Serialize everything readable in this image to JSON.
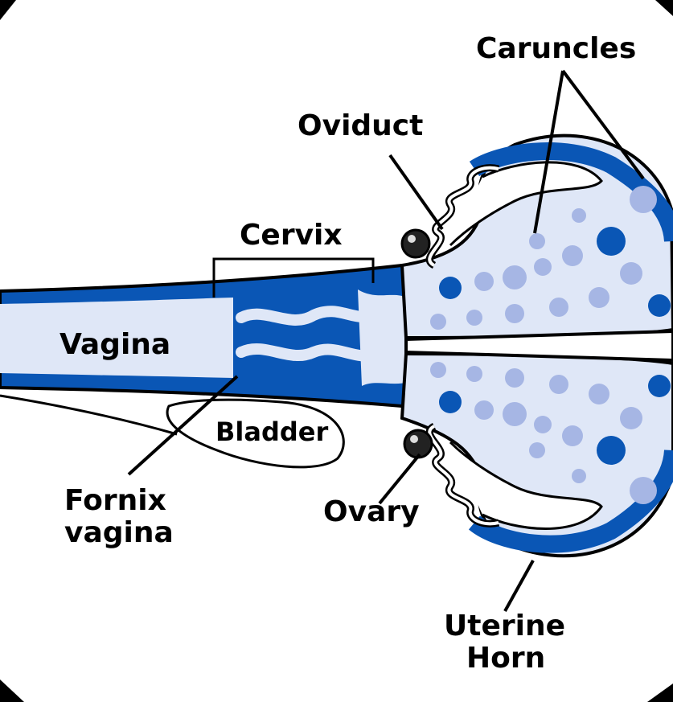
{
  "labels": {
    "caruncles": "Caruncles",
    "oviduct": "Oviduct",
    "cervix": "Cervix",
    "vagina": "Vagina",
    "bladder": "Bladder",
    "fornix_line1": "Fornix",
    "fornix_line2": "vagina",
    "ovary": "Ovary",
    "uterine_line1": "Uterine",
    "uterine_line2": "Horn"
  },
  "colors": {
    "background": "#000000",
    "paper": "#ffffff",
    "tissue_dark_blue": "#0a56b5",
    "tissue_light_blue": "#dfe7f7",
    "caruncle_spot": "#a6b6e4",
    "outline": "#000000"
  }
}
